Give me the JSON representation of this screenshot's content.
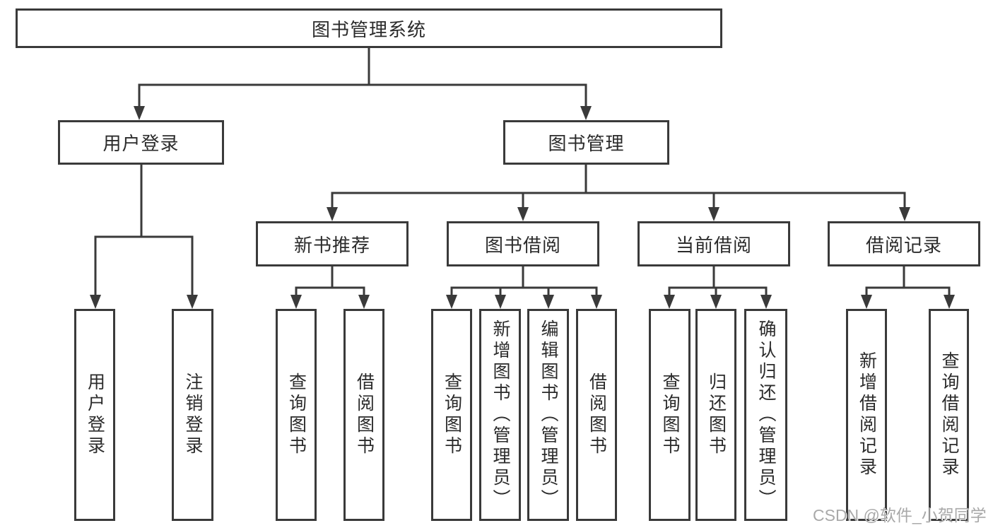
{
  "diagram": {
    "title": "图书管理系统",
    "root": {
      "label": "图书管理系统"
    },
    "branches": [
      {
        "label": "用户登录",
        "children": [
          {
            "label": "用户登录"
          },
          {
            "label": "注销登录"
          }
        ]
      },
      {
        "label": "图书管理",
        "children": [
          {
            "label": "新书推荐",
            "children": [
              {
                "label": "查询图书"
              },
              {
                "label": "借阅图书"
              }
            ]
          },
          {
            "label": "图书借阅",
            "children": [
              {
                "label": "查询图书"
              },
              {
                "label": "新增图书（管理员）"
              },
              {
                "label": "编辑图书（管理员）"
              },
              {
                "label": "借阅图书"
              }
            ]
          },
          {
            "label": "当前借阅",
            "children": [
              {
                "label": "查询图书"
              },
              {
                "label": "归还图书"
              },
              {
                "label": "确认归还（管理员）"
              }
            ]
          },
          {
            "label": "借阅记录",
            "children": [
              {
                "label": "新增借阅记录"
              },
              {
                "label": "查询借阅记录"
              }
            ]
          }
        ]
      }
    ],
    "watermark": "CSDN @软件_小贺同学",
    "colors": {
      "line": "#3a3a3a",
      "text": "#2b2b2b",
      "background": "#ffffff",
      "watermark": "#a9a9a9"
    }
  }
}
